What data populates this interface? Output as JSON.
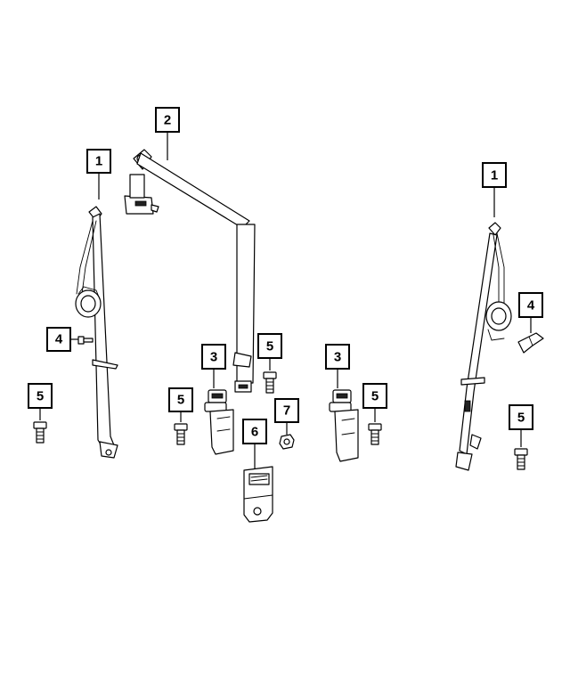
{
  "diagram": {
    "callouts": [
      {
        "id": "c1-left",
        "label": "1",
        "part": "left outboard seat belt assembly"
      },
      {
        "id": "c2",
        "label": "2",
        "part": "center seat belt assembly"
      },
      {
        "id": "c1-right",
        "label": "1",
        "part": "right outboard seat belt assembly"
      },
      {
        "id": "c4-left",
        "label": "4",
        "part": "bolt"
      },
      {
        "id": "c4-right",
        "label": "4",
        "part": "bolt"
      },
      {
        "id": "c3-left",
        "label": "3",
        "part": "buckle"
      },
      {
        "id": "c3-right",
        "label": "3",
        "part": "buckle"
      },
      {
        "id": "c5-a",
        "label": "5",
        "part": "bolt"
      },
      {
        "id": "c5-b",
        "label": "5",
        "part": "bolt"
      },
      {
        "id": "c5-c",
        "label": "5",
        "part": "bolt"
      },
      {
        "id": "c5-d",
        "label": "5",
        "part": "bolt"
      },
      {
        "id": "c5-e",
        "label": "5",
        "part": "bolt"
      },
      {
        "id": "c6",
        "label": "6",
        "part": "anchor bracket"
      },
      {
        "id": "c7",
        "label": "7",
        "part": "nut"
      }
    ]
  }
}
